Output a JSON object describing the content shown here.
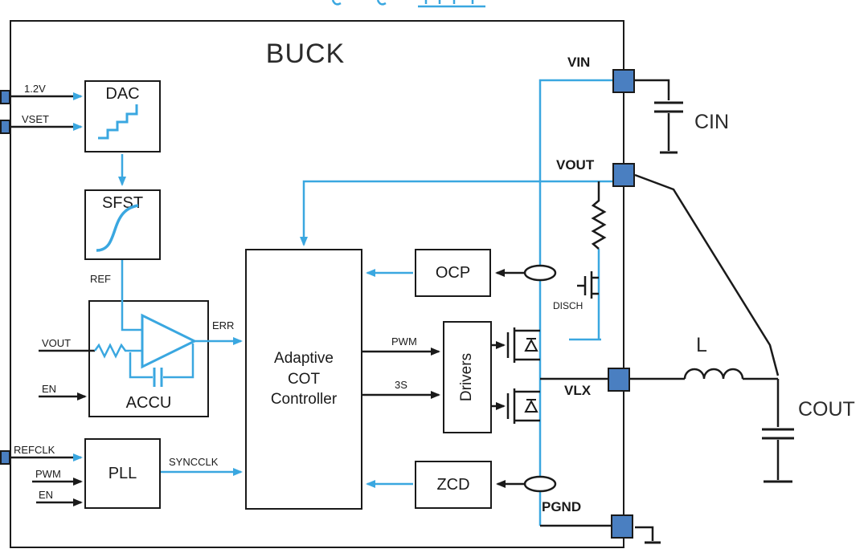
{
  "title": "BUCK",
  "blocks": {
    "dac": "DAC",
    "sfst": "SFST",
    "accu": "ACCU",
    "pll": "PLL",
    "cot": "Adaptive COT Controller",
    "ocp": "OCP",
    "drivers": "Drivers",
    "zcd": "ZCD"
  },
  "pins": {
    "vin": "VIN",
    "vout": "VOUT",
    "vlx": "VLX",
    "pgnd": "PGND"
  },
  "signals": {
    "v1_2": "1.2V",
    "vset": "VSET",
    "ref": "REF",
    "vout": "VOUT",
    "en": "EN",
    "refclk": "REFCLK",
    "pwm_in": "PWM",
    "en2": "EN",
    "err": "ERR",
    "syncclk": "SYNCCLK",
    "pwm": "PWM",
    "s3": "3S",
    "disch": "DISCH"
  },
  "external": {
    "cin": "CIN",
    "inductor": "L",
    "cout": "COUT"
  },
  "colors": {
    "accent_blue": "#3AA7E0",
    "pin_blue": "#4A7FC1",
    "line_black": "#1A1A1A"
  }
}
